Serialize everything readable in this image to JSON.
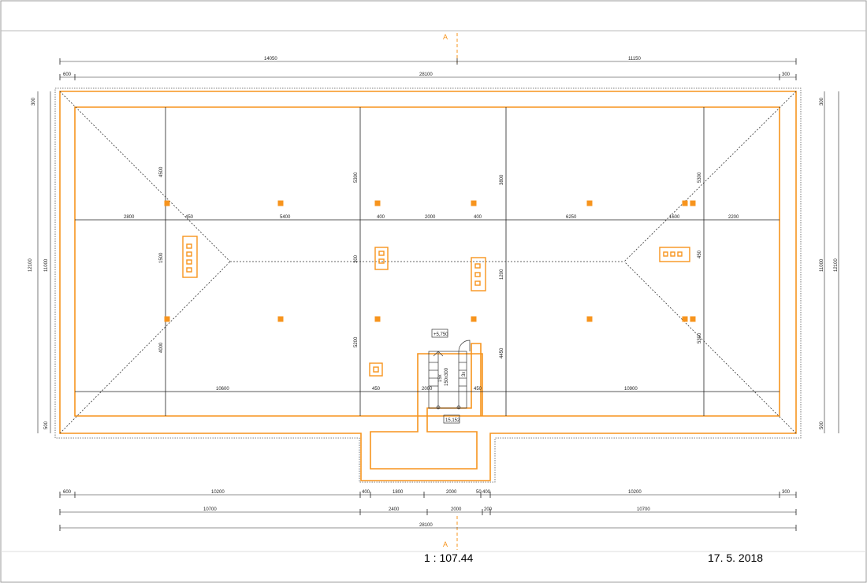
{
  "scale_label": "1 : 107.44",
  "date_label": "17. 5. 2018",
  "section_marker": "A",
  "level_labels": {
    "top": "+5,750",
    "bottom": "15,152"
  },
  "dimensions": {
    "top_row1": [
      "14050",
      "11150"
    ],
    "top_row2": [
      "600",
      "28100",
      "300"
    ],
    "inner_horizontal": [
      "2800",
      "450",
      "5400",
      "400",
      "2000",
      "400",
      "6250",
      "1600",
      "2200"
    ],
    "inner_bottom": [
      "10600",
      "450",
      "2000",
      "450",
      "10900"
    ],
    "bottom_row1": [
      "600",
      "10200",
      "400",
      "1800",
      "2000",
      "50",
      "400",
      "10200",
      "300"
    ],
    "bottom_row2": [
      "10700",
      "2400",
      "2000",
      "200",
      "10700"
    ],
    "bottom_row3": [
      "28100"
    ],
    "left_side": [
      "300",
      "12100",
      "11000",
      "500"
    ],
    "right_side": [
      "300",
      "11000",
      "12100",
      "500"
    ],
    "vertical_inner": [
      "4500",
      "1500",
      "4000",
      "5300",
      "300",
      "5200",
      "3800",
      "1200",
      "4450",
      "5300",
      "450",
      "5300"
    ],
    "stair": [
      "15x",
      "150x300",
      "3x"
    ]
  },
  "colors": {
    "wall": "#f7941d",
    "line": "#222222",
    "dotted": "#555555"
  }
}
